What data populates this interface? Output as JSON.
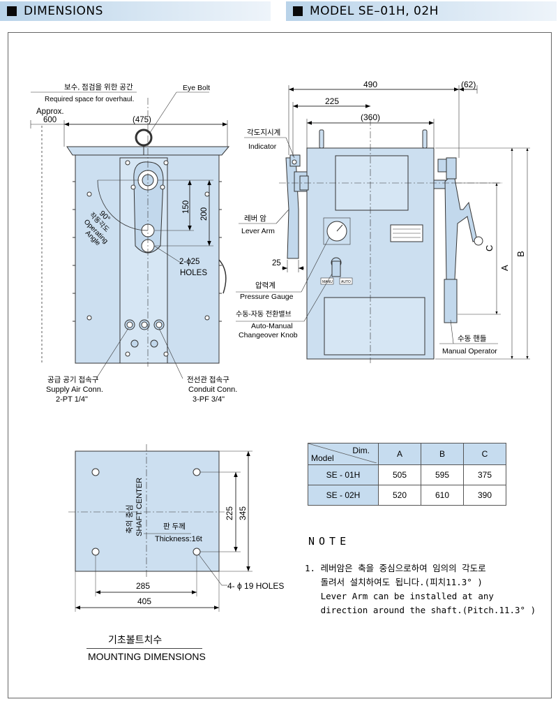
{
  "headers": {
    "left": "DIMENSIONS",
    "right": "MODEL SE–01H, 02H"
  },
  "left_view": {
    "maintenance_ko": "보수, 점검을 위한 공간",
    "maintenance_en": "Required space for overhaul.",
    "approx": "Approx.",
    "approx_value": "600",
    "width_475": "(475)",
    "eye_bolt": "Eye Bolt",
    "dim_150": "150",
    "dim_200": "200",
    "angle": "90°",
    "op_angle_ko": "작동각도",
    "op_angle_en1": "Operating",
    "op_angle_en2": "Angle",
    "holes_count": "2-ϕ25",
    "holes": "HOLES",
    "supply_ko": "공급 공기 접속구",
    "supply_en": "Supply Air Conn.",
    "supply_size": "2-PT 1/4\"",
    "conduit_ko": "전선관 접속구",
    "conduit_en": "Conduit Conn.",
    "conduit_size": "3-PF 3/4\""
  },
  "right_view": {
    "dim_490": "490",
    "dim_62": "(62)",
    "dim_225": "225",
    "dim_360": "(360)",
    "indicator_ko": "각도지시계",
    "indicator_en": "Indicator",
    "lever_ko": "레버 암",
    "lever_en": "Lever Arm",
    "dim_25": "25",
    "gauge_ko": "압력계",
    "gauge_en": "Pressure Gauge",
    "knob_ko": "수동-자동 전환밸브",
    "knob_en1": "Auto-Manual",
    "knob_en2": "Changeover Knob",
    "manual_ko": "수동 핸들",
    "manual_en": "Manual Operator",
    "label_a": "A",
    "label_b": "B",
    "label_c": "C",
    "manu": "MANU",
    "auto": "AUTO"
  },
  "mounting": {
    "shaft_ko": "축의 중심",
    "shaft_en": "SHAFT CENTER",
    "thick_ko": "판 두께",
    "thick_en": "Thickness:16t",
    "dim_225": "225",
    "dim_345": "345",
    "dim_285": "285",
    "dim_405": "405",
    "holes": "4- ϕ 19 HOLES",
    "caption_ko": "기초볼트치수",
    "caption_en": "MOUNTING DIMENSIONS"
  },
  "table": {
    "corner_top": "Dim.",
    "corner_bottom": "Model",
    "columns": [
      "A",
      "B",
      "C"
    ],
    "rows": [
      {
        "model": "SE - 01H",
        "a": "505",
        "b": "595",
        "c": "375"
      },
      {
        "model": "SE - 02H",
        "a": "520",
        "b": "610",
        "c": "390"
      }
    ]
  },
  "note": {
    "title": "NOTE",
    "line1": "1. 레버암은 축을 중심으로하여 임의의 각도로",
    "line2": "   돌려서 설치하여도 됩니다.(피치11.3° )",
    "line3": "   Lever Arm can be installed at any",
    "line4": "   direction around the shaft.(Pitch.11.3° )"
  },
  "colors": {
    "body_fill": "#ccdff0",
    "outline": "#333333",
    "header_fill": "#c6dcef"
  }
}
